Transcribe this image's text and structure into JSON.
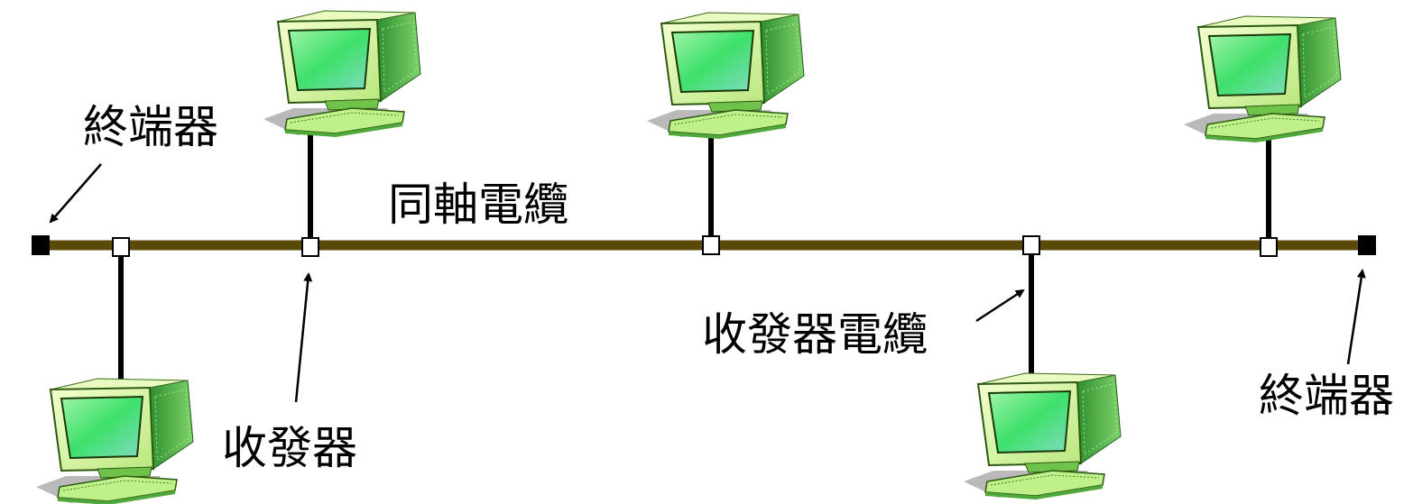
{
  "labels": {
    "terminator_left": "終端器",
    "coax_cable": "同軸電纜",
    "transceiver_cable": "收發器電纜",
    "transceiver": "收發器",
    "terminator_right": "終端器"
  },
  "colors": {
    "coax": "#5a4a0a",
    "drop_cable": "#000000",
    "terminator": "#000000",
    "transceiver_fill": "#ffffff",
    "monitor_screen": "#5ee07a",
    "monitor_body": "#d8f29a",
    "monitor_side": "#4fb84a",
    "shadow": "#8a8a8a"
  },
  "icons": [
    "computer-icon",
    "arrow-icon"
  ]
}
